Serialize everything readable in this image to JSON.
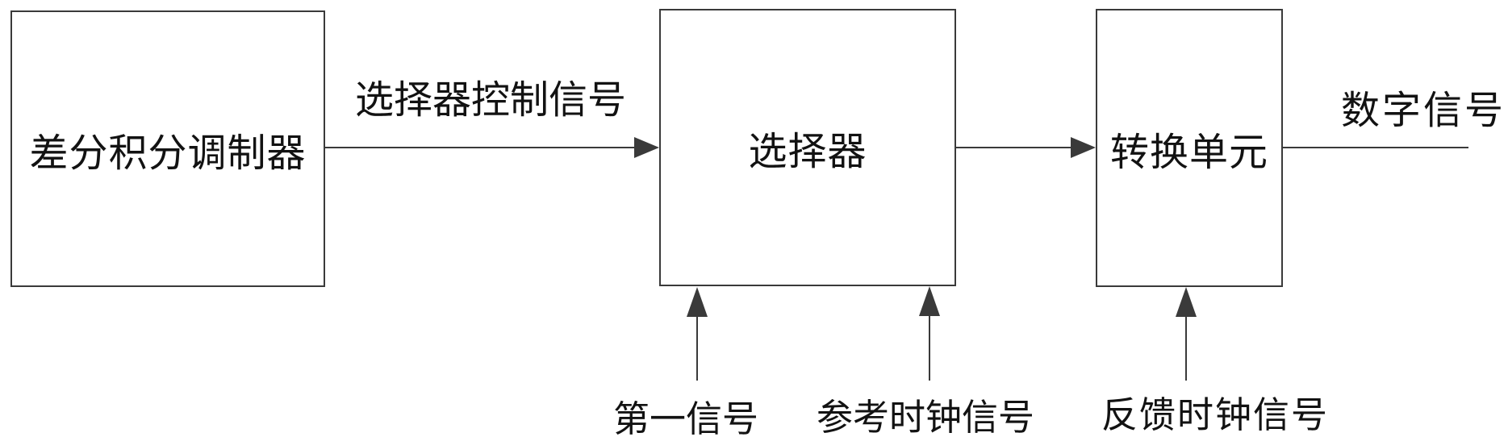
{
  "diagram": {
    "title": "sigma-delta modulator clock selection block diagram",
    "background_color": "#ffffff",
    "line_color": "#3a3a3a",
    "text_color": "#121212",
    "boxes": {
      "modulator": "差分积分调制器",
      "selector": "选择器",
      "converter": "转换单元"
    },
    "labels": {
      "control_signal": "选择器控制信号",
      "digital_signal": "数字信号",
      "first_signal": "第一信号",
      "reference_clock": "参考时钟信号",
      "feedback_clock": "反馈时钟信号"
    },
    "edges": [
      {
        "from": "modulator",
        "to": "selector",
        "label": "选择器控制信号",
        "style": "arrow-right"
      },
      {
        "from": "selector",
        "to": "converter",
        "label": "",
        "style": "arrow-right"
      },
      {
        "from": "converter",
        "to": "output",
        "label": "数字信号",
        "style": "plain-line"
      },
      {
        "from": "first-signal-input",
        "to": "selector",
        "label": "第一信号",
        "style": "arrow-up"
      },
      {
        "from": "reference-clock-input",
        "to": "selector",
        "label": "参考时钟信号",
        "style": "arrow-up"
      },
      {
        "from": "feedback-clock-input",
        "to": "converter",
        "label": "反馈时钟信号",
        "style": "arrow-up"
      }
    ]
  }
}
